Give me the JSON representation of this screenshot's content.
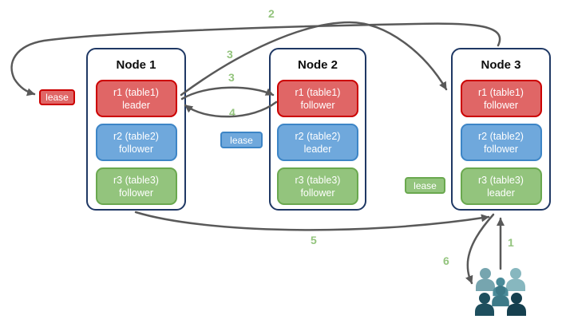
{
  "diagram_type": "replication-lease-flow",
  "nodes": [
    {
      "title": "Node 1",
      "replicas": [
        {
          "name": "r1 (table1)",
          "role": "leader",
          "color": "red"
        },
        {
          "name": "r2 (table2)",
          "role": "follower",
          "color": "blue"
        },
        {
          "name": "r3 (table3)",
          "role": "follower",
          "color": "green"
        }
      ]
    },
    {
      "title": "Node 2",
      "replicas": [
        {
          "name": "r1 (table1)",
          "role": "follower",
          "color": "red"
        },
        {
          "name": "r2 (table2)",
          "role": "leader",
          "color": "blue"
        },
        {
          "name": "r3 (table3)",
          "role": "follower",
          "color": "green"
        }
      ]
    },
    {
      "title": "Node 3",
      "replicas": [
        {
          "name": "r1 (table1)",
          "role": "follower",
          "color": "red"
        },
        {
          "name": "r2 (table2)",
          "role": "follower",
          "color": "blue"
        },
        {
          "name": "r3 (table3)",
          "role": "leader",
          "color": "green"
        }
      ]
    }
  ],
  "leases": [
    {
      "label": "lease",
      "color": "red"
    },
    {
      "label": "lease",
      "color": "blue"
    },
    {
      "label": "lease",
      "color": "green"
    }
  ],
  "steps": {
    "s1": "1",
    "s2": "2",
    "s3a": "3",
    "s3b": "3",
    "s4": "4",
    "s5": "5",
    "s6": "6"
  },
  "colors": {
    "red_fill": "#e06666",
    "red_border": "#cc0000",
    "blue_fill": "#6fa8dc",
    "blue_border": "#3d85c6",
    "green_fill": "#93c47d",
    "green_border": "#6aa84f",
    "node_border": "#1f3864",
    "arrow": "#595959",
    "step_label": "#93c47d",
    "users_teal_light": "#87b7bf",
    "users_teal": "#76a5af",
    "users_teal_mid": "#4a8b99",
    "users_teal_dark": "#1e4f5e"
  }
}
